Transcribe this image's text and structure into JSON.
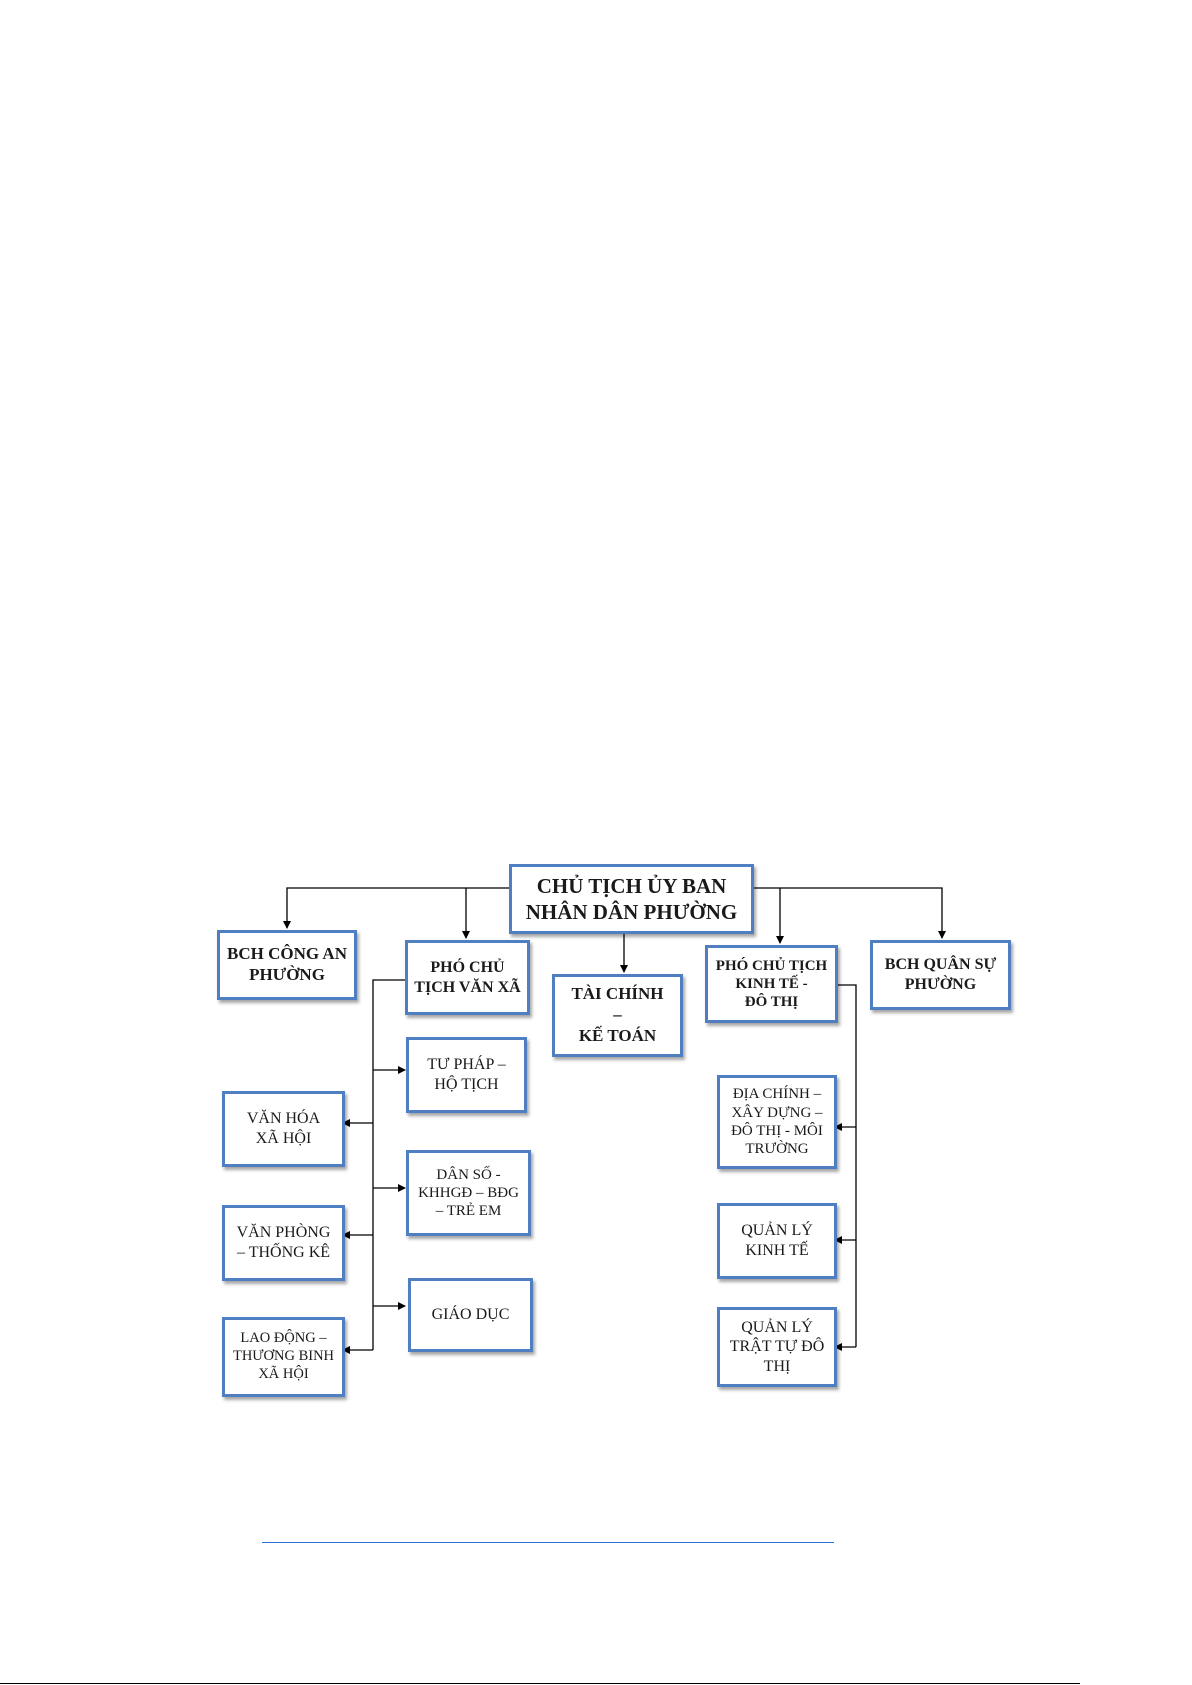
{
  "org_chart": {
    "root": "CHỦ TỊCH ỦY BAN\nNHÂN DÂN PHƯỜNG",
    "level1": {
      "cong_an": "BCH CÔNG AN\nPHƯỜNG",
      "pho_chu_tich_van_xa": "PHÓ CHỦ\nTỊCH VĂN XÃ",
      "tai_chinh_ke_toan": "TÀI CHÍNH\n–\nKẾ TOÁN",
      "pho_chu_tich_kinh_te": "PHÓ CHỦ TỊCH\nKINH TẾ -\nĐÔ THỊ",
      "quan_su": "BCH QUÂN SỰ\nPHƯỜNG"
    },
    "van_xa_units": {
      "tu_phap": "TƯ PHÁP –\nHỘ TỊCH",
      "dan_so": "DÂN SỐ -\nKHHGĐ – BĐG\n– TRẺ EM",
      "giao_duc": "GIÁO DỤC",
      "van_hoa": "VĂN HÓA\nXÃ HỘI",
      "van_phong": "VĂN PHÒNG\n– THỐNG KÊ",
      "lao_dong": "LAO ĐỘNG –\nTHƯƠNG BINH\nXÃ HỘI"
    },
    "kinh_te_units": {
      "dia_chinh": "ĐỊA CHÍNH –\nXÂY DỰNG –\nĐÔ THỊ - MÔI\nTRƯỜNG",
      "quan_ly_kinh_te": "QUẢN LÝ\nKINH TẾ",
      "quan_ly_trat_tu": "QUẢN LÝ\nTRẬT TỰ ĐÔ\nTHỊ"
    }
  },
  "colors": {
    "box_border": "#4f7fc0",
    "connector": "#000000",
    "link": "#2e74d6"
  }
}
